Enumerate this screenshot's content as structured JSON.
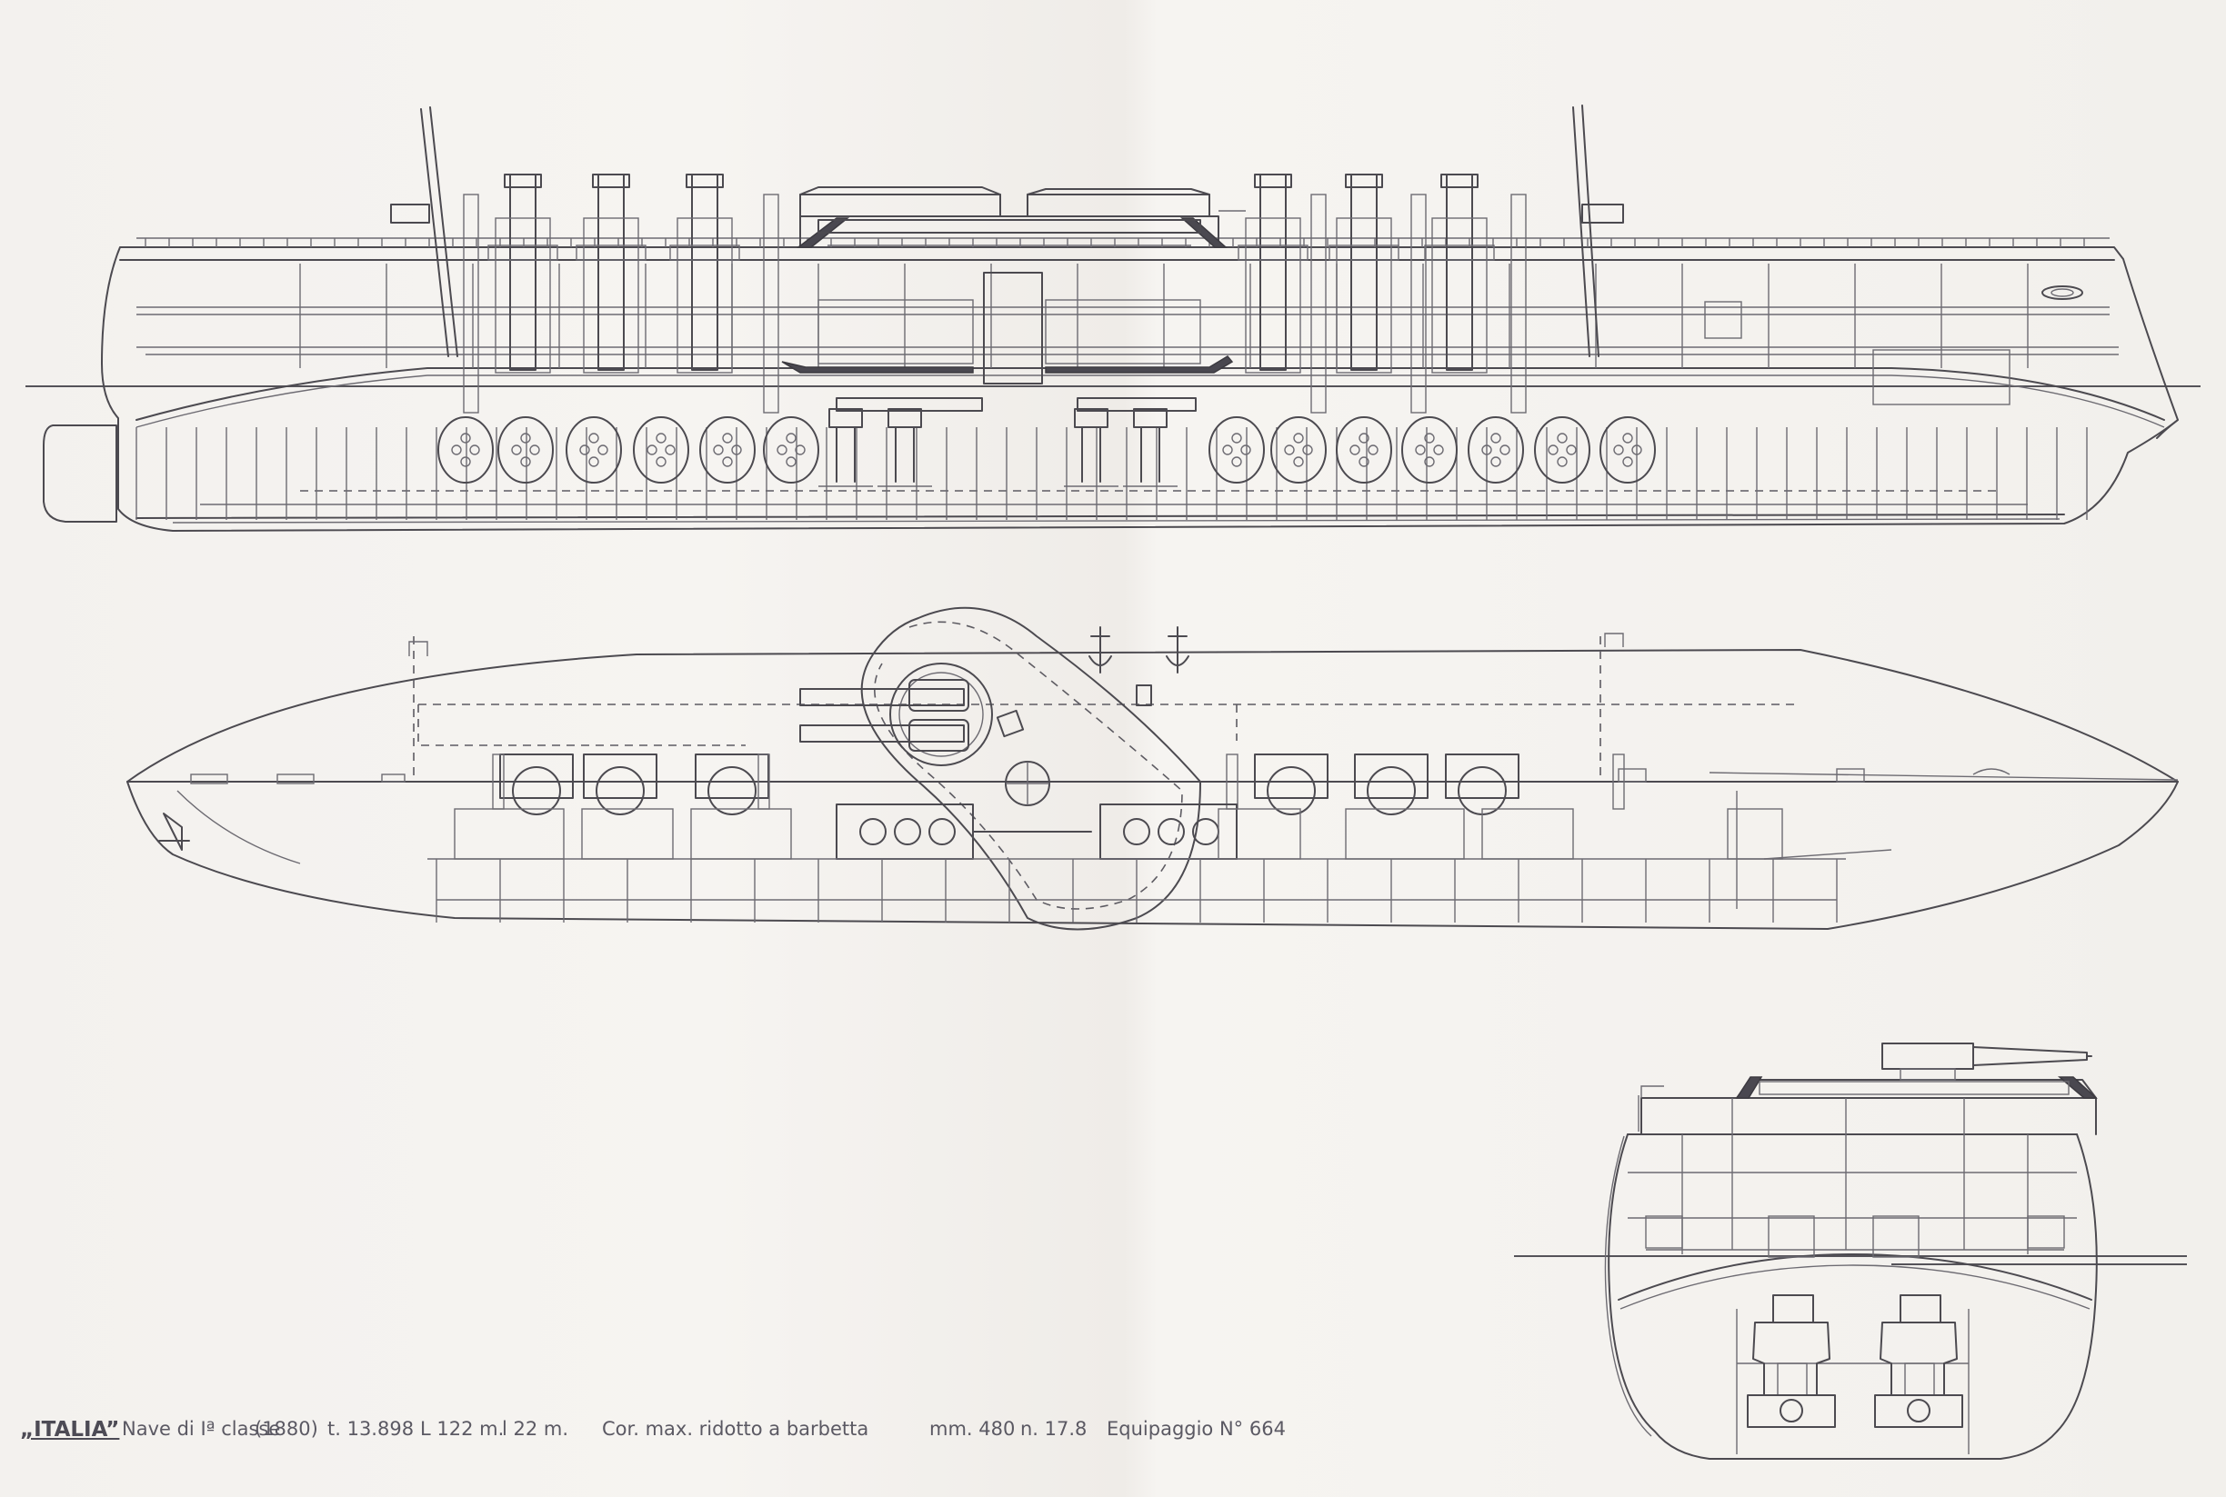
{
  "caption": {
    "ship_name": "„ITALIA”",
    "class_text": "Nave di Iª classe",
    "year": "(1880)",
    "tonnage": "t. 13.898",
    "length": "L 122 m.",
    "beam": "l 22 m.",
    "armour": "Cor. max. ridotto a barbetta",
    "armour_value": "mm. 480",
    "speed": "n. 17.8",
    "crew": "Equipaggio N° 664"
  },
  "colors": {
    "paper": "#f4f2ef",
    "ink": "#4c4a50",
    "caption_ink": "#5b5963"
  }
}
